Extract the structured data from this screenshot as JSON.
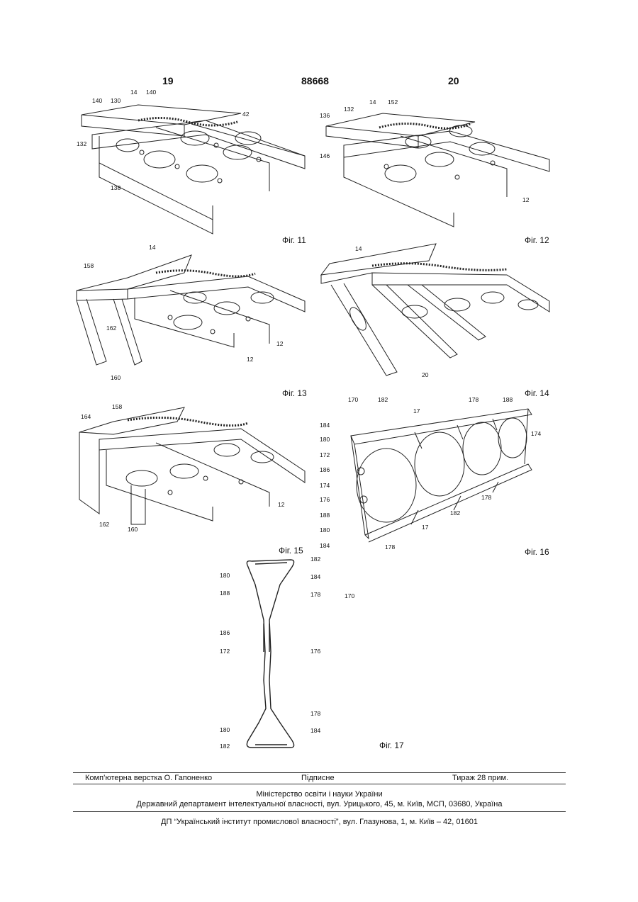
{
  "header": {
    "left_page": "19",
    "patent_number": "88668",
    "right_page": "20"
  },
  "figures": {
    "f11": {
      "caption": "Фіг. 11",
      "labels": [
        "14",
        "140",
        "140",
        "130",
        "132",
        "42",
        "138"
      ]
    },
    "f12": {
      "caption": "Фіг. 12",
      "labels": [
        "136",
        "132",
        "14",
        "152",
        "146",
        "12"
      ]
    },
    "f13": {
      "caption": "Фіг. 13",
      "labels": [
        "14",
        "158",
        "162",
        "12",
        "12",
        "160"
      ]
    },
    "f14": {
      "caption": "Фіг. 14",
      "labels": [
        "14",
        "20"
      ]
    },
    "f15": {
      "caption": "Фіг. 15",
      "labels": [
        "158",
        "164",
        "162",
        "160",
        "12"
      ]
    },
    "f16": {
      "caption": "Фіг. 16",
      "labels": [
        "170",
        "182",
        "17",
        "178",
        "188",
        "184",
        "180",
        "174",
        "172",
        "186",
        "174",
        "176",
        "188",
        "180",
        "184",
        "182",
        "178",
        "17",
        "178"
      ]
    },
    "f17": {
      "caption": "Фіг. 17",
      "labels": [
        "182",
        "180",
        "184",
        "188",
        "178",
        "170",
        "186",
        "172",
        "176",
        "178",
        "180",
        "184",
        "182"
      ]
    }
  },
  "footer": {
    "layout": "Комп’ютерна верстка О. Гапоненко",
    "signed": "Підписне",
    "circulation": "Тираж 28 прим.",
    "ministry": "Міністерство освіти і науки України",
    "department": "Державний департамент інтелектуальної власності, вул. Урицького, 45, м. Київ, МСП, 03680, Україна",
    "institute": "ДП “Український інститут промислової власності”, вул. Глазунова, 1, м. Київ – 42, 01601"
  }
}
